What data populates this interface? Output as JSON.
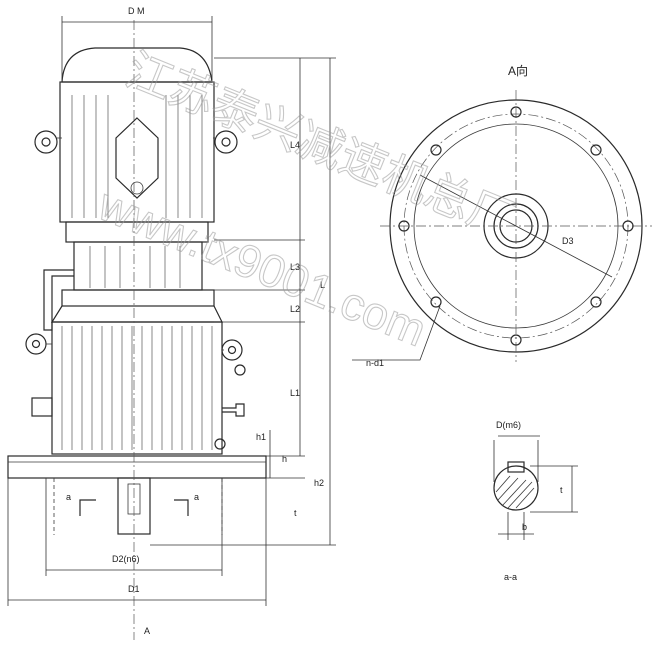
{
  "labels": {
    "dm": "D M",
    "l4": "L4",
    "l3": "L3",
    "l2": "L2",
    "l1": "L1",
    "l": "L",
    "h1": "h1",
    "h": "h",
    "h2": "h2",
    "t_left": "t",
    "a_left": "a",
    "a_right": "a",
    "d2_n6": "D2(n6)",
    "d1": "D1",
    "a_arrow": "A",
    "view_a": "A向",
    "d3": "D3",
    "n_d1": "n-d1",
    "d_m6": "D(m6)",
    "t_section": "t",
    "b": "b",
    "section_aa": "a-a"
  },
  "watermark": {
    "line1": "江苏泰兴减速机总厂",
    "line2": "www.tx9001.com"
  },
  "colors": {
    "line": "#2a2a2a",
    "watermark": "#9a9a9a",
    "background": "#ffffff"
  }
}
